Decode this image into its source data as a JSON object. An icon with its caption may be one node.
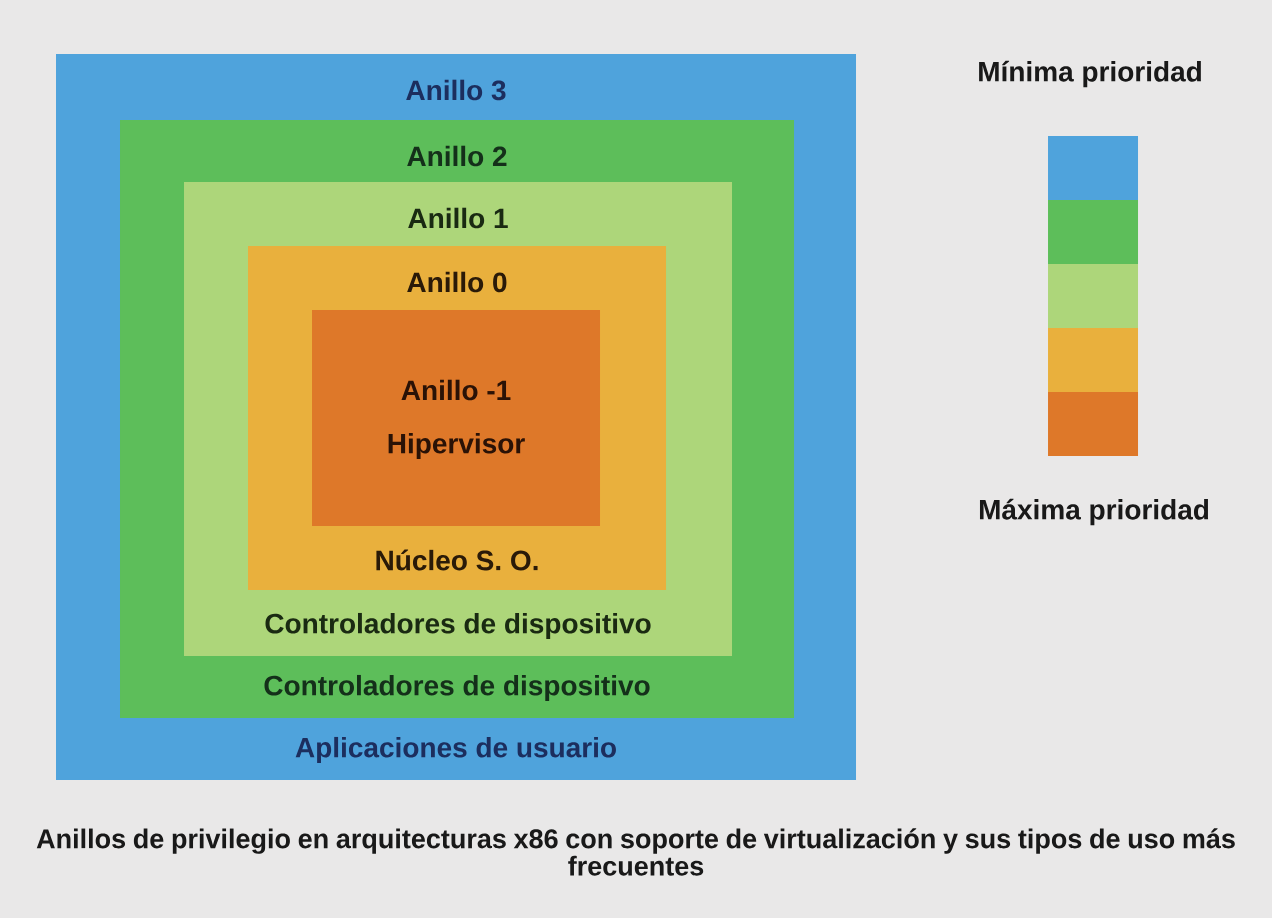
{
  "diagram": {
    "caption": "Anillos de privilegio en arquitecturas x86 con soporte de virtualización y sus tipos de uso más frecuentes",
    "nodes": [
      {
        "text": [
          "Anillo 3",
          "Aplicaciones de usuario"
        ]
      },
      {
        "text": [
          "Anillo 2",
          "Controladores de dispositivo"
        ],
        "in": 0
      },
      {
        "text": [
          "Anillo 1",
          "Controladores de dispositivo"
        ],
        "in": 1
      },
      {
        "text": [
          "Anillo 0",
          "Núcleo S. O."
        ],
        "in": 2
      },
      {
        "text": [
          "Anillo -1",
          "Hipervisor"
        ],
        "in": 3
      }
    ],
    "labels": [
      "Mínima prioridad",
      "Máxima prioridad"
    ]
  }
}
